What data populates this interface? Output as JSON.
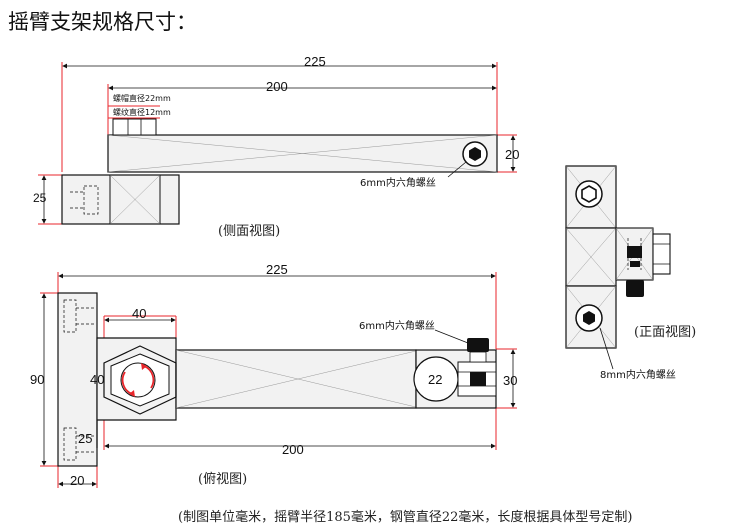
{
  "title": "摇臂支架规格尺寸：",
  "side_view": {
    "caption": "(侧面视图)",
    "dim_overall": "225",
    "dim_arm_length": "200",
    "dim_arm_height": "20",
    "dim_block_height": "25",
    "note_bolt_head": "螺帽直径22mm",
    "note_thread": "螺纹直径12mm",
    "callout_screw": "6mm内六角螺丝"
  },
  "top_view": {
    "caption": "(俯视图)",
    "dim_overall": "225",
    "dim_arm_length": "200",
    "dim_hex_width": "40",
    "dim_hex_height": "40",
    "dim_base_length": "90",
    "dim_base_width": "20",
    "dim_slot": "25",
    "dim_pipe": "22",
    "dim_clamp": "30",
    "callout_screw": "6mm内六角螺丝"
  },
  "front_view": {
    "caption": "(正面视图)",
    "callout_screw": "8mm内六角螺丝"
  },
  "footnote": "(制图单位毫米，摇臂半径185毫米，钢管直径22毫米，长度根据具体型号定制)",
  "colors": {
    "dimension_red": "#e8262b",
    "part_fill": "#f2f2f2",
    "outline": "#111111",
    "rotation_arrow": "#e8262b"
  }
}
